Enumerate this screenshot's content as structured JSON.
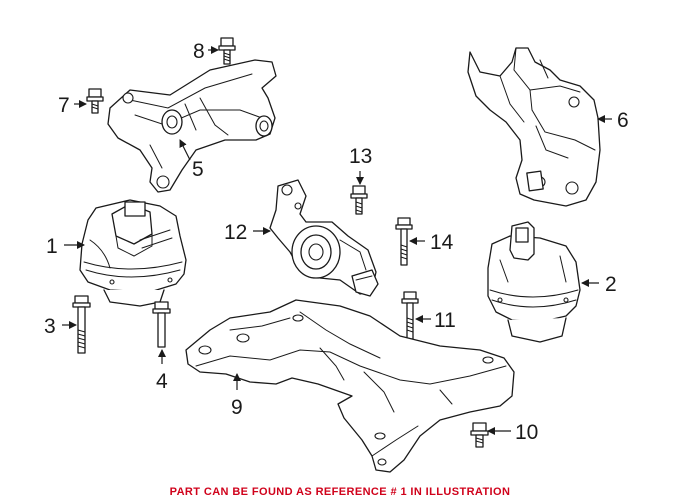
{
  "callouts": {
    "c1": "1",
    "c2": "2",
    "c3": "3",
    "c4": "4",
    "c5": "5",
    "c6": "6",
    "c7": "7",
    "c8": "8",
    "c9": "9",
    "c10": "10",
    "c11": "11",
    "c12": "12",
    "c13": "13",
    "c14": "14"
  },
  "footer": {
    "note": "PART CAN BE FOUND AS REFERENCE # 1 IN ILLUSTRATION",
    "color": "#d0021b"
  },
  "colors": {
    "line": "#1a1a1a",
    "background": "#ffffff"
  }
}
